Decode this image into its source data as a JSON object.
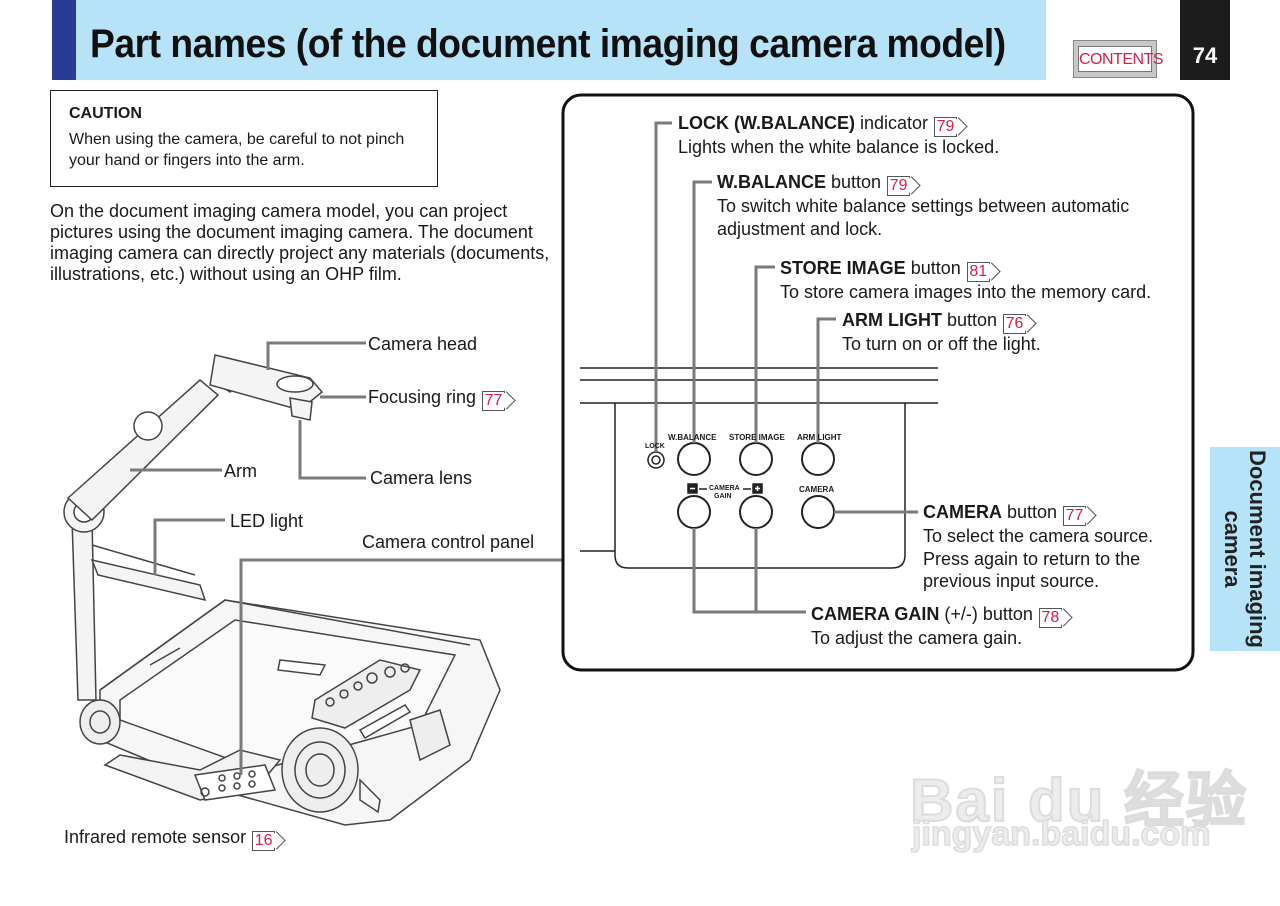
{
  "header": {
    "title": "Part names (of the document imaging camera model)",
    "contents_label": "CONTENTS",
    "page_number": "74"
  },
  "caution": {
    "title": "CAUTION",
    "text": "When using the camera, be careful to not pinch your hand or fingers into the arm."
  },
  "intro": "On the document imaging camera model, you can project pictures using the document imaging camera. The document imaging camera can directly project any materials (documents, illustrations, etc.) without using an OHP film.",
  "camera_labels": {
    "camera_head": "Camera head",
    "focusing_ring": "Focusing ring",
    "focusing_ring_ref": "77",
    "arm": "Arm",
    "camera_lens": "Camera lens",
    "led_light": "LED light",
    "control_panel": "Camera control panel",
    "ir_sensor": "Infrared remote sensor",
    "ir_sensor_ref": "16"
  },
  "callouts": {
    "lock": {
      "name": "LOCK (W.BALANCE)",
      "kind": "indicator",
      "ref": "79",
      "desc": "Lights when the white balance is locked."
    },
    "wbalance": {
      "name": "W.BALANCE",
      "kind": "button",
      "ref": "79",
      "desc": "To switch white balance settings between automatic adjustment and lock."
    },
    "store": {
      "name": "STORE IMAGE",
      "kind": "button",
      "ref": "81",
      "desc": "To store camera images into the memory card."
    },
    "armlight": {
      "name": "ARM LIGHT",
      "kind": "button",
      "ref": "76",
      "desc": "To turn on or off the light."
    },
    "camera": {
      "name": "CAMERA",
      "kind": "button",
      "ref": "77",
      "desc": "To select the camera source. Press again to return to the previous input source."
    },
    "gain": {
      "name": "CAMERA GAIN",
      "kind": "(+/-) button",
      "ref": "78",
      "desc": "To adjust the camera gain."
    }
  },
  "panel_labels": {
    "lock": "LOCK",
    "wbalance": "W.BALANCE",
    "store": "STORE IMAGE",
    "armlight": "ARM LIGHT",
    "camera_gain": "CAMERA",
    "gain": "GAIN",
    "camera": "CAMERA"
  },
  "side_tab": "Document imaging camera",
  "watermark": {
    "logo": "Bai du 经验",
    "url": "jingyan.baidu.com"
  }
}
